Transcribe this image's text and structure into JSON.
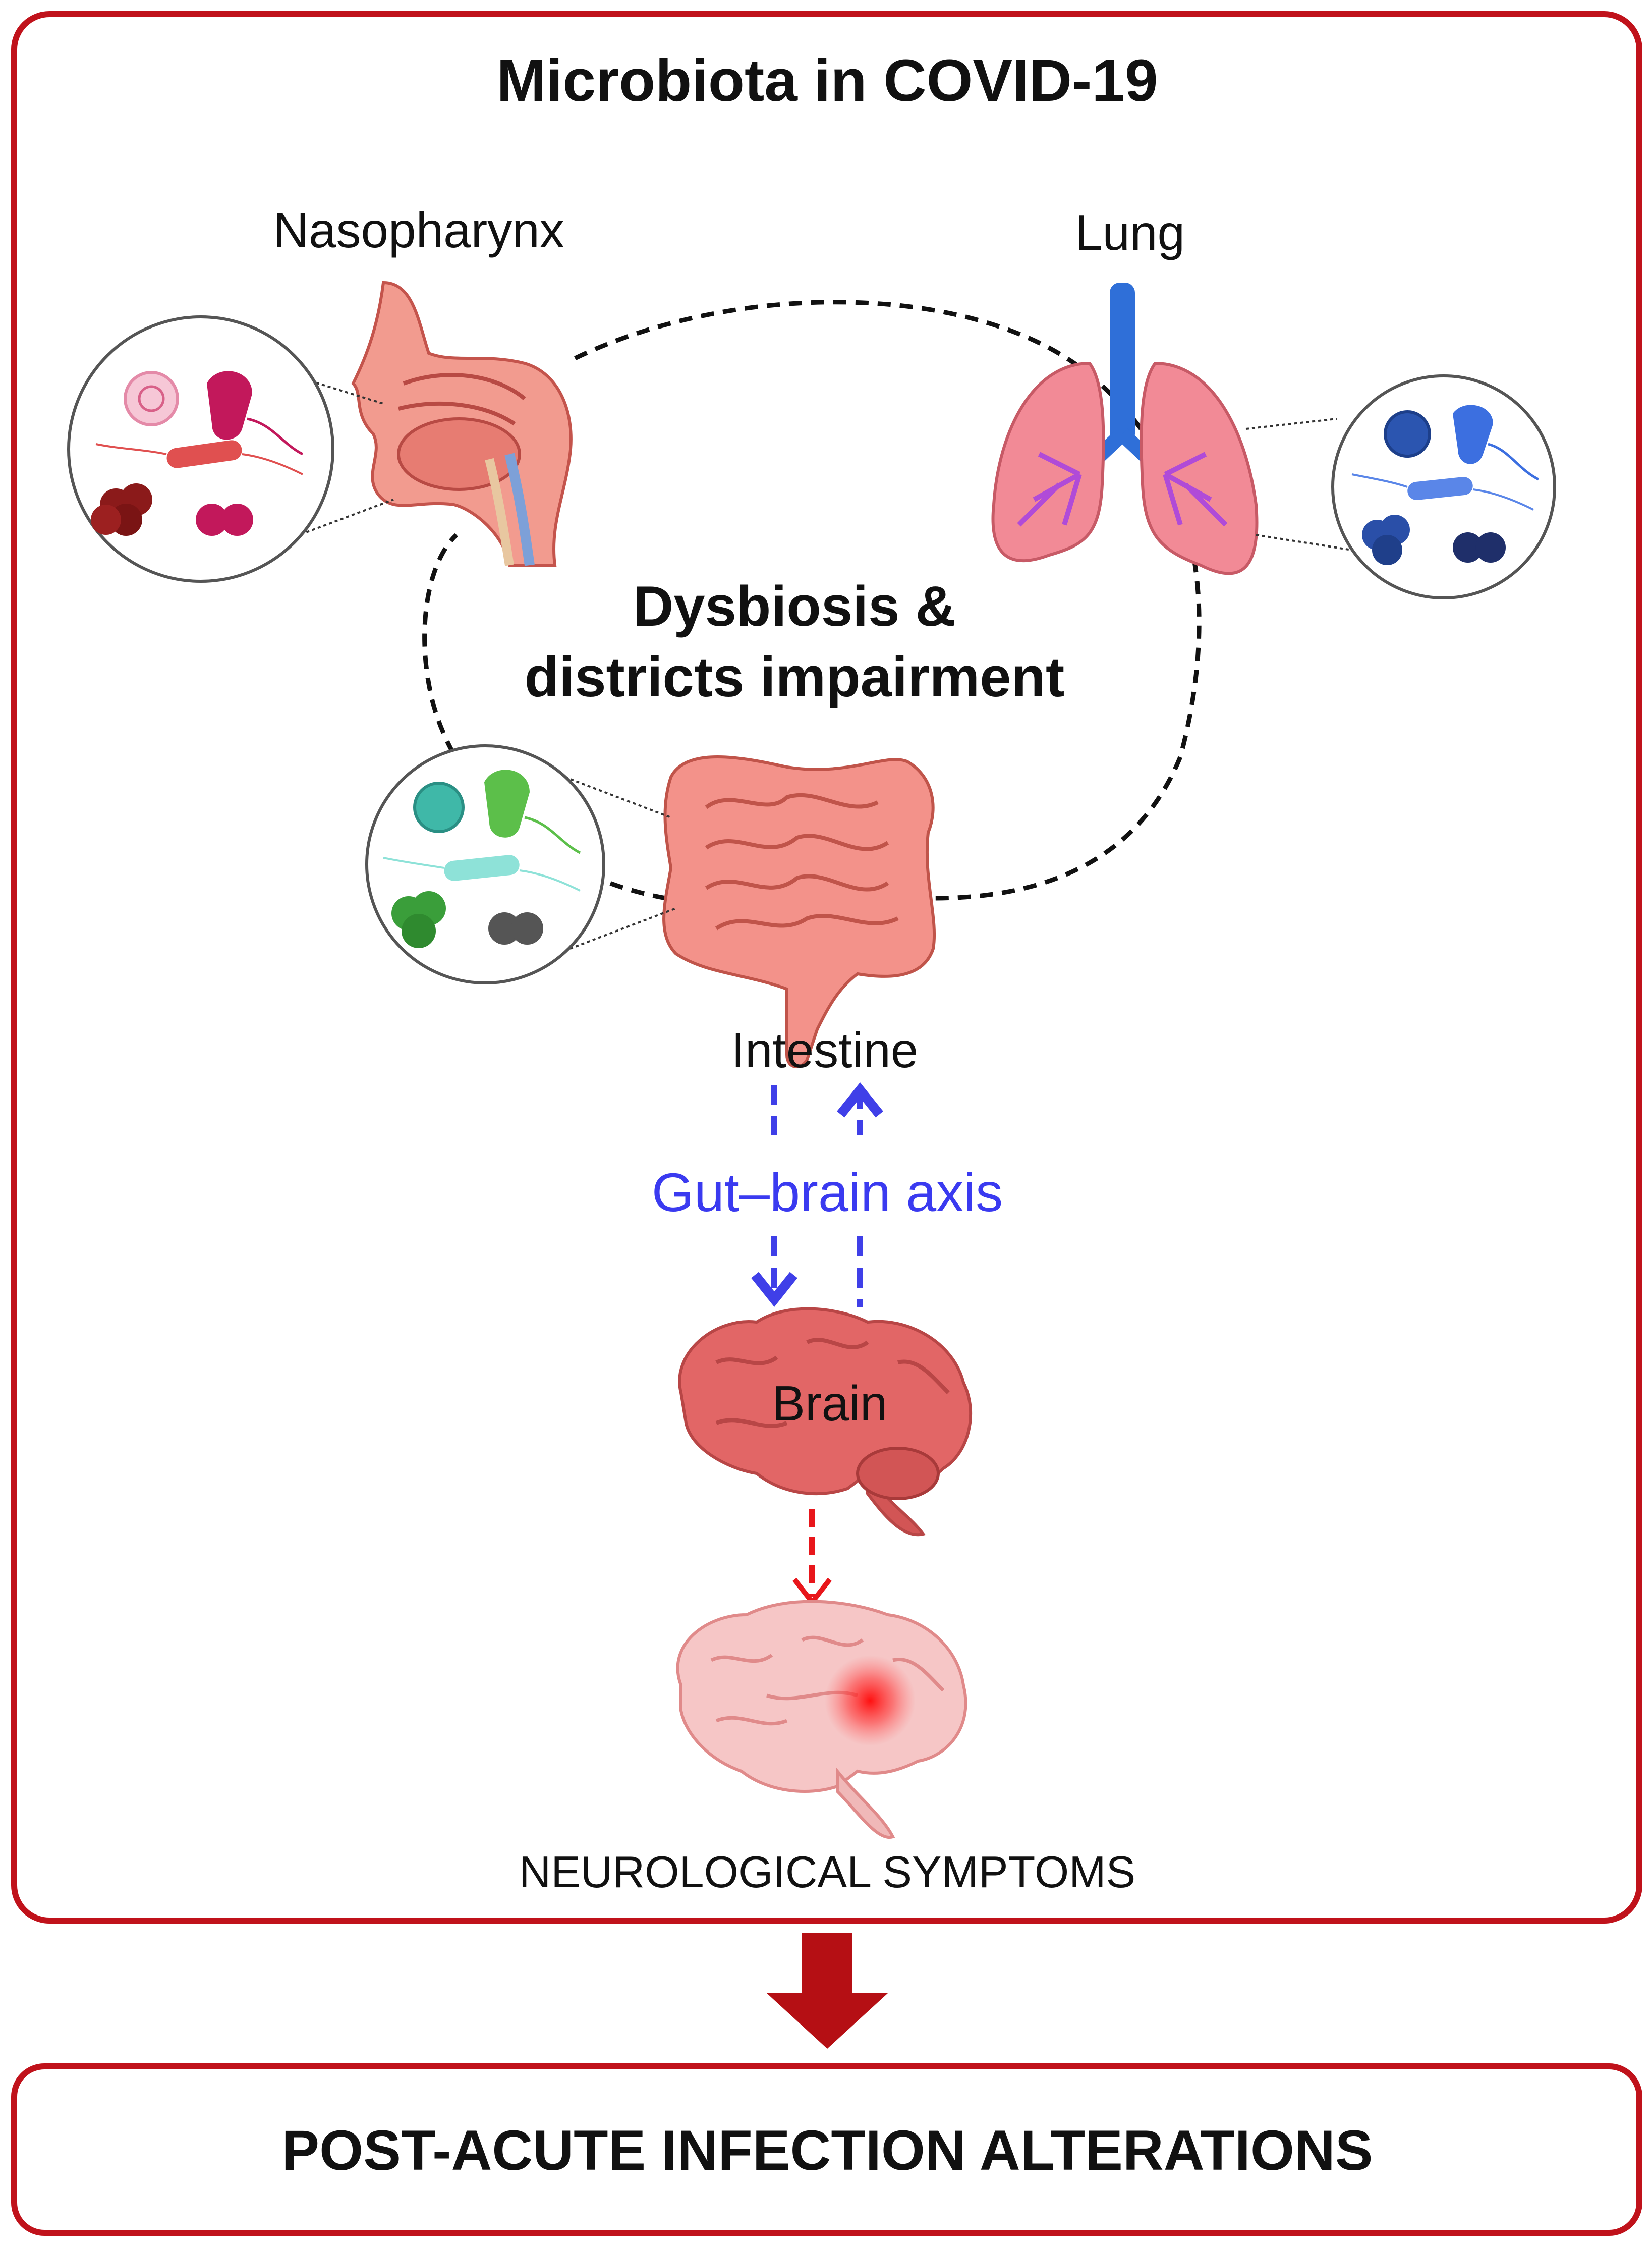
{
  "title": "Microbiota in COVID-19",
  "organs": {
    "nasopharynx": "Nasopharynx",
    "lung": "Lung",
    "intestine": "Intestine",
    "brain": "Brain"
  },
  "center_label": {
    "line1": "Dysbiosis &",
    "line2": "districts impairment"
  },
  "axis_label": "Gut–brain axis",
  "symptoms_label": "NEUROLOGICAL SYMPTOMS",
  "outcome_label": "POST-ACUTE INFECTION ALTERATIONS",
  "colors": {
    "frame": "#c0121b",
    "arrow_red": "#e8161b",
    "arrow_blue": "#3f3fe8",
    "axis_text": "#3a3af0",
    "big_arrow": "#b50f14",
    "microbes_nasopharynx": "#c2185b",
    "microbes_lung": "#2f5fc4",
    "microbes_intestine": "#4caf50"
  }
}
